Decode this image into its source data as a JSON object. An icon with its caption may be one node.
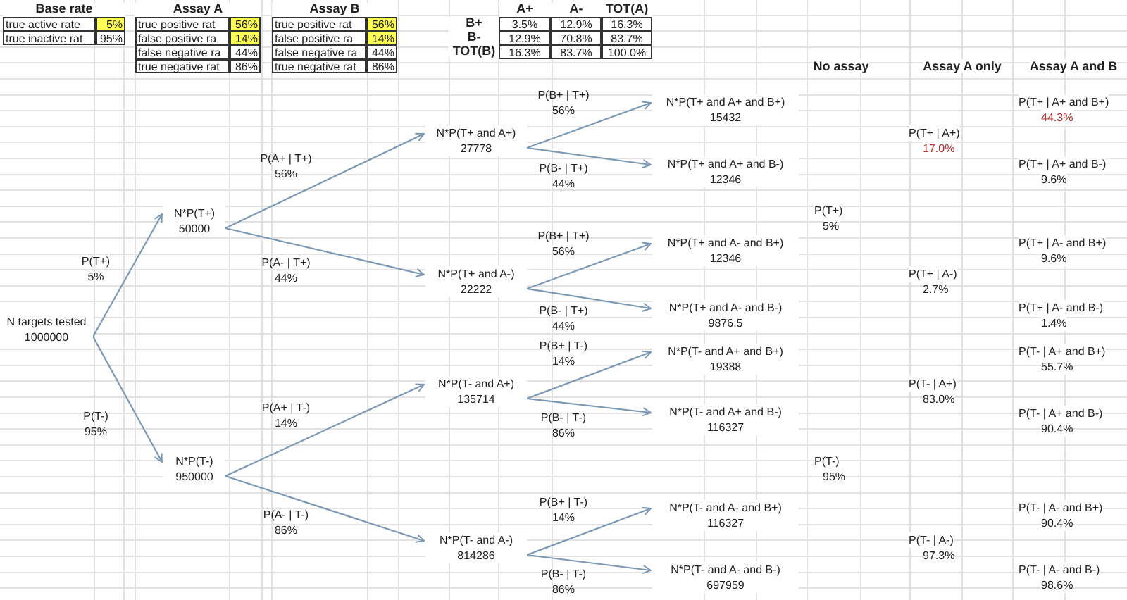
{
  "diagram": {
    "nodes": [
      {
        "text": [
          "N targets tested",
          "1000000"
        ]
      },
      {
        "text": [
          "N*P(T+)",
          "50000"
        ]
      },
      {
        "text": [
          "N*P(T-)",
          "950000"
        ]
      },
      {
        "text": [
          "N*P(T+ and A+)",
          "27778"
        ]
      },
      {
        "text": [
          "N*P(T+ and A-)",
          "22222"
        ]
      },
      {
        "text": [
          "N*P(T- and A+)",
          "135714"
        ]
      },
      {
        "text": [
          "N*P(T- and A-)",
          "814286"
        ]
      },
      {
        "text": [
          "N*P(T+ and A+ and B+)",
          "15432"
        ]
      },
      {
        "text": [
          "N*P(T+ and A+ and B-)",
          "12346"
        ]
      },
      {
        "text": [
          "N*P(T+ and A- and B+)",
          "12346"
        ]
      },
      {
        "text": [
          "N*P(T+ and A- and B-)",
          "9876.5"
        ]
      },
      {
        "text": [
          "N*P(T- and A+ and B+)",
          "19388"
        ]
      },
      {
        "text": [
          "N*P(T- and A+ and B-)",
          "116327"
        ]
      },
      {
        "text": [
          "N*P(T- and A- and B+)",
          "116327"
        ]
      },
      {
        "text": [
          "N*P(T- and A- and B-)",
          "697959"
        ]
      }
    ],
    "edges": [
      {
        "from": 0,
        "to": 1,
        "arrow": "to",
        "label": "P(T+) 5%"
      },
      {
        "from": 0,
        "to": 2,
        "arrow": "to",
        "label": "P(T-) 95%"
      },
      {
        "from": 1,
        "to": 3,
        "arrow": "to",
        "label": "P(A+ | T+) 56%"
      },
      {
        "from": 1,
        "to": 4,
        "arrow": "to",
        "label": "P(A- | T+) 44%"
      },
      {
        "from": 2,
        "to": 5,
        "arrow": "to",
        "label": "P(A+ | T-) 14%"
      },
      {
        "from": 2,
        "to": 6,
        "arrow": "to",
        "label": "P(A- | T-) 86%"
      },
      {
        "from": 3,
        "to": 7,
        "arrow": "to",
        "label": "P(B+ | T+) 56%"
      },
      {
        "from": 3,
        "to": 8,
        "arrow": "to",
        "label": "P(B- | T+) 44%"
      },
      {
        "from": 4,
        "to": 9,
        "arrow": "to",
        "label": "P(B+ | T+) 56%"
      },
      {
        "from": 4,
        "to": 10,
        "arrow": "to",
        "label": "P(B- | T+) 44%"
      },
      {
        "from": 5,
        "to": 11,
        "arrow": "to",
        "label": "P(B+ | T-) 14%"
      },
      {
        "from": 5,
        "to": 12,
        "arrow": "to",
        "label": "P(B- | T-) 86%"
      },
      {
        "from": 6,
        "to": 13,
        "arrow": "to",
        "label": "P(B+ | T-) 14%"
      },
      {
        "from": 6,
        "to": 14,
        "arrow": "to",
        "label": "P(B- | T-) 86%"
      }
    ],
    "labels": [
      "Base rate",
      "true active rate",
      "5%",
      "true inactive rat",
      "95%",
      "Assay A",
      "true positive rat",
      "56%",
      "false positive ra",
      "14%",
      "false negative ra",
      "44%",
      "true negative rat",
      "86%",
      "Assay B",
      "true positive rat",
      "56%",
      "false positive ra",
      "14%",
      "false negative ra",
      "44%",
      "true negative rat",
      "86%",
      "A+",
      "A-",
      "TOT(A)",
      "B+",
      "3.5%",
      "12.9%",
      "16.3%",
      "B-",
      "12.9%",
      "70.8%",
      "83.7%",
      "TOT(B)",
      "16.3%",
      "83.7%",
      "100.0%",
      "No assay",
      "Assay A only",
      "Assay A and B",
      "P(T+ | A+ and B+)",
      "44.3%",
      "P(T+ | A+)",
      "17.0%",
      "P(T+ | A+ and B-)",
      "9.6%",
      "P(T+)",
      "5%",
      "P(T+ | A- and B+)",
      "9.6%",
      "P(T+ | A-)",
      "2.7%",
      "P(T+ | A- and B-)",
      "1.4%",
      "P(T- | A+ and B+)",
      "55.7%",
      "P(T- | A+)",
      "83.0%",
      "P(T- | A+ and B-)",
      "90.4%",
      "P(T-)",
      "95%",
      "P(T- | A- and B+)",
      "90.4%",
      "P(T- | A-)",
      "97.3%",
      "P(T- | A- and B-)",
      "98.6%"
    ]
  }
}
